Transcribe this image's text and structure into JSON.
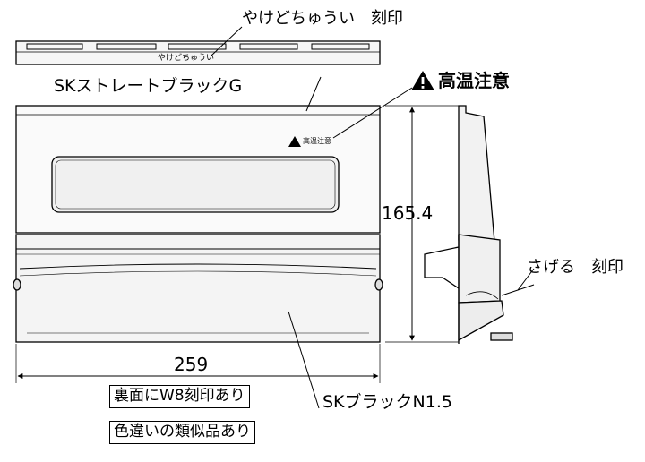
{
  "labels": {
    "top_engraving": "やけどちゅうい　刻印",
    "top_strip_text": "やけどちゅうい",
    "front_name": "SKストレートブラックG",
    "warning": "高温注意",
    "small_warning": "高温注意",
    "height_dim": "165.4",
    "side_engraving": "さげる　刻印",
    "width_dim": "259",
    "bottom_name": "SKブラックN1.5"
  },
  "notes": [
    "裏面にW8刻印あり",
    "色違いの類似品あり"
  ],
  "colors": {
    "line": "#000000",
    "background": "#ffffff",
    "panel": "#f2f2f2"
  },
  "icons": {
    "warning": "warning-triangle-icon"
  }
}
